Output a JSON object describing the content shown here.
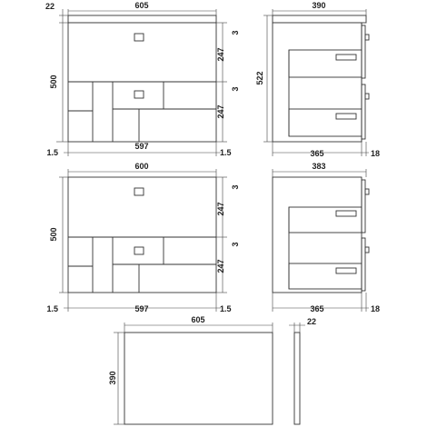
{
  "colors": {
    "line": "#333333",
    "text": "#222222",
    "background": "#ffffff"
  },
  "top_front": {
    "top_width": "605",
    "top_thickness": "22",
    "height": "500",
    "gap_top": "3",
    "drawer_upper": "247",
    "gap_mid": "3",
    "drawer_lower": "247",
    "left_margin": "1.5",
    "inner_width": "597",
    "right_margin": "1.5"
  },
  "top_side": {
    "depth_total": "390",
    "height": "522",
    "depth_inner": "365",
    "handle_depth": "18"
  },
  "mid_front": {
    "width": "600",
    "height": "500",
    "gap_top": "3",
    "drawer_upper": "247",
    "gap_mid": "3",
    "drawer_lower": "247",
    "left_margin": "1.5",
    "inner_width": "597",
    "right_margin": "1.5"
  },
  "mid_side": {
    "depth_total": "383",
    "depth_inner": "365",
    "handle_depth": "18"
  },
  "worktop": {
    "width": "605",
    "depth": "390",
    "thickness": "22"
  }
}
